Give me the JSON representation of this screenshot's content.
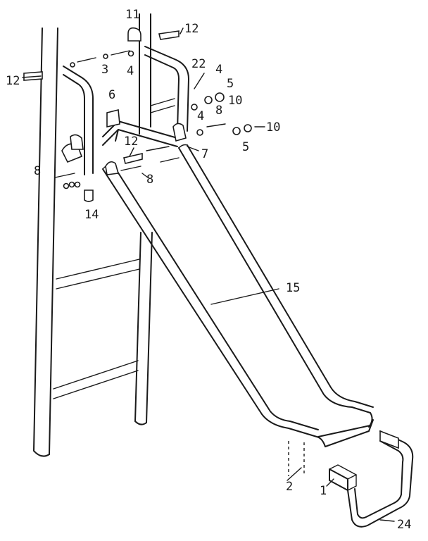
{
  "diagram": {
    "labels": {
      "l11": "11",
      "l12a": "12",
      "l12b": "12",
      "l12c": "12",
      "l3": "3",
      "l4a": "4",
      "l4b": "4",
      "l4c": "4",
      "l22": "22",
      "l5a": "5",
      "l5b": "5",
      "l6": "6",
      "l10a": "10",
      "l10b": "10",
      "l8a": "8",
      "l8b": "8",
      "l8c": "8",
      "l7": "7",
      "l14": "14",
      "l15": "15",
      "l2": "2",
      "l1": "1",
      "l24": "24"
    }
  }
}
